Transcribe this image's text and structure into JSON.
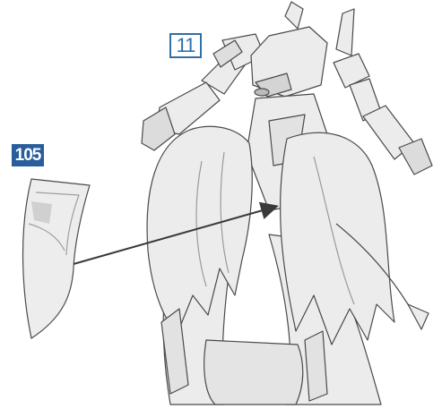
{
  "step": {
    "number": "11"
  },
  "part": {
    "number": "105"
  },
  "colors": {
    "step_border": "#2f6fa8",
    "part_badge": "#2a5d9c",
    "line": "#3a3a3a",
    "fill": "#ececec",
    "shade": "#d4d4d4"
  },
  "icons": [
    "robot-figure",
    "wing-plate-part",
    "placement-arrow"
  ]
}
